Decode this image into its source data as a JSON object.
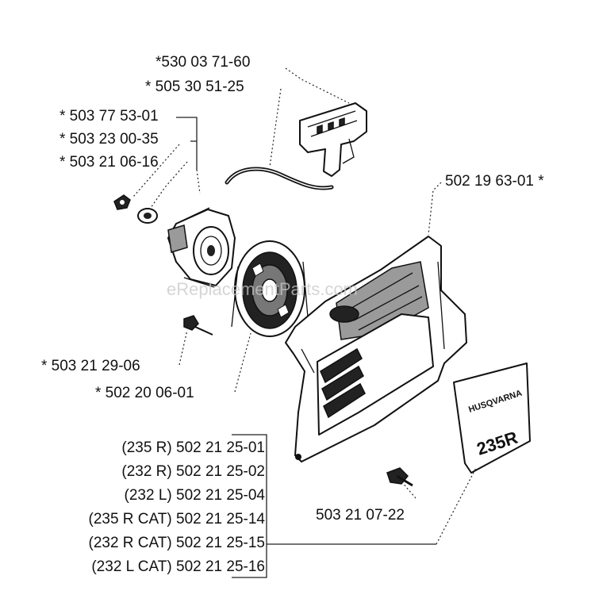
{
  "parts": {
    "handle": "*530 03 71-60",
    "rope": "* 505 30 51-25",
    "screw_top_a": "* 503 77 53-01",
    "screw_top_b": "* 503 23 00-35",
    "screw_top_c": "* 503 21 06-16",
    "cover": "502 19 63-01 *",
    "screw_left": "* 503 21 29-06",
    "spring_pulley": "* 502 20 06-01",
    "screw_bottom": "503 21 07-22"
  },
  "variant_list": [
    "(235 R) 502 21 25-01",
    "(232 R) 502 21 25-02",
    "(232 L) 502 21 25-04",
    "(235 R CAT) 502 21 25-14",
    "(232 R CAT) 502 21 25-15",
    "(232 L CAT) 502 21 25-16"
  ],
  "decal": {
    "brand": "HUSQVARNA",
    "model": "235R"
  },
  "watermark": "eReplacementParts.com"
}
